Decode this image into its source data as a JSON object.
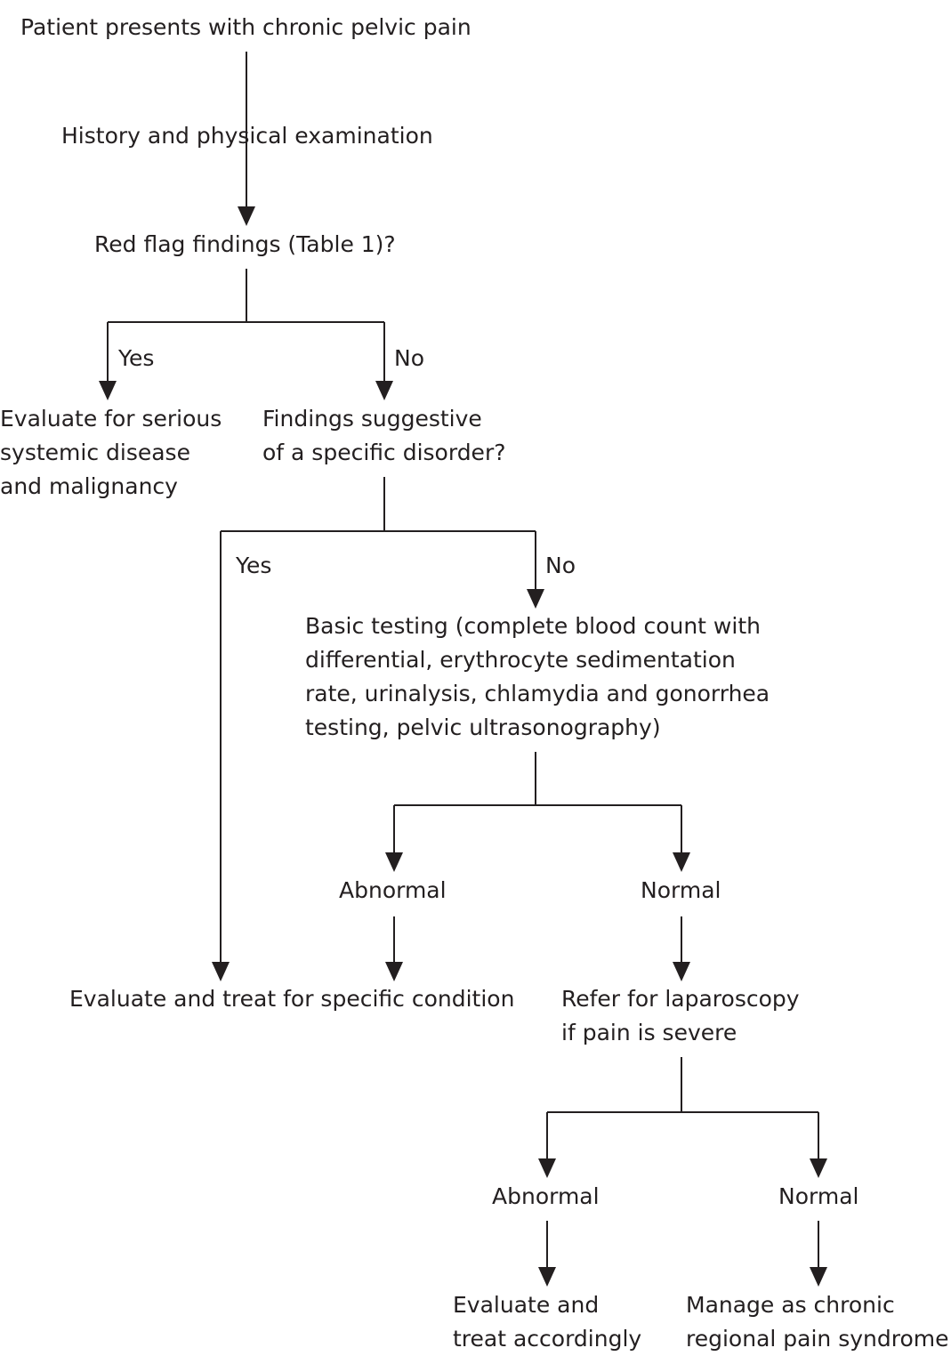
{
  "nodes": {
    "start": "Patient presents with chronic pelvic pain",
    "history": "History and physical examination",
    "red_flag": "Red flag findings (Table 1)?",
    "serious": "Evaluate for serious\nsystemic disease\nand malignancy",
    "specific_q": "Findings suggestive\nof a specific disorder?",
    "basic_testing": "Basic testing (complete blood count with\ndifferential, erythrocyte sedimentation\nrate, urinalysis, chlamydia and gonorrhea\ntesting, pelvic ultrasonography)",
    "abnormal_1": "Abnormal",
    "normal_1": "Normal",
    "treat_specific": "Evaluate and treat for specific condition",
    "laparoscopy": "Refer for laparoscopy\nif pain is severe",
    "abnormal_2": "Abnormal",
    "normal_2": "Normal",
    "treat_accordingly": "Evaluate and\ntreat accordingly",
    "manage_chronic": "Manage as chronic\nregional pain syndrome"
  },
  "edges": {
    "red_flag_yes": "Yes",
    "red_flag_no": "No",
    "specific_yes": "Yes",
    "specific_no": "No"
  }
}
